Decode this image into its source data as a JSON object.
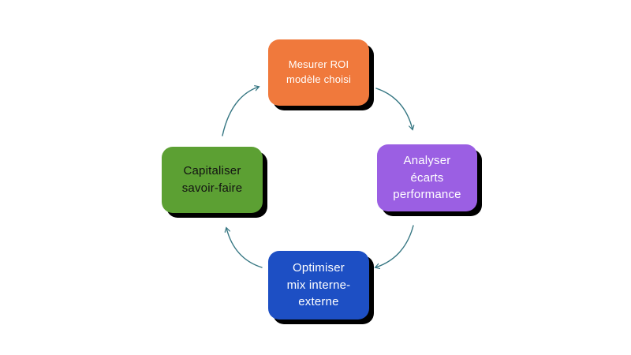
{
  "diagram": {
    "type": "cycle",
    "direction": "clockwise",
    "nodes": [
      {
        "id": "mesurer-roi",
        "position": "top",
        "label": "Mesurer ROI\nmodèle choisi",
        "color": "#F0793C",
        "text_color": "#FFFFFF"
      },
      {
        "id": "analyser-ecarts",
        "position": "right",
        "label": "Analyser\nécarts\nperformance",
        "color": "#9B5FE3",
        "text_color": "#FFFFFF"
      },
      {
        "id": "optimiser-mix",
        "position": "bottom",
        "label": "Optimiser\nmix interne-\nexterne",
        "color": "#1D4FC4",
        "text_color": "#FFFFFF"
      },
      {
        "id": "capitaliser",
        "position": "left",
        "label": "Capitaliser\nsavoir-faire",
        "color": "#5CA033",
        "text_color": "#121212"
      }
    ],
    "arrows": [
      {
        "id": "left-to-top",
        "from": "capitaliser",
        "to": "mesurer-roi"
      },
      {
        "id": "top-to-right",
        "from": "mesurer-roi",
        "to": "analyser-ecarts"
      },
      {
        "id": "right-to-bottom",
        "from": "analyser-ecarts",
        "to": "optimiser-mix"
      },
      {
        "id": "bottom-to-left",
        "from": "optimiser-mix",
        "to": "capitaliser"
      }
    ],
    "colors": {
      "background": "#FFFFFF",
      "shadow": "#000000",
      "arrow": "#357682"
    }
  }
}
